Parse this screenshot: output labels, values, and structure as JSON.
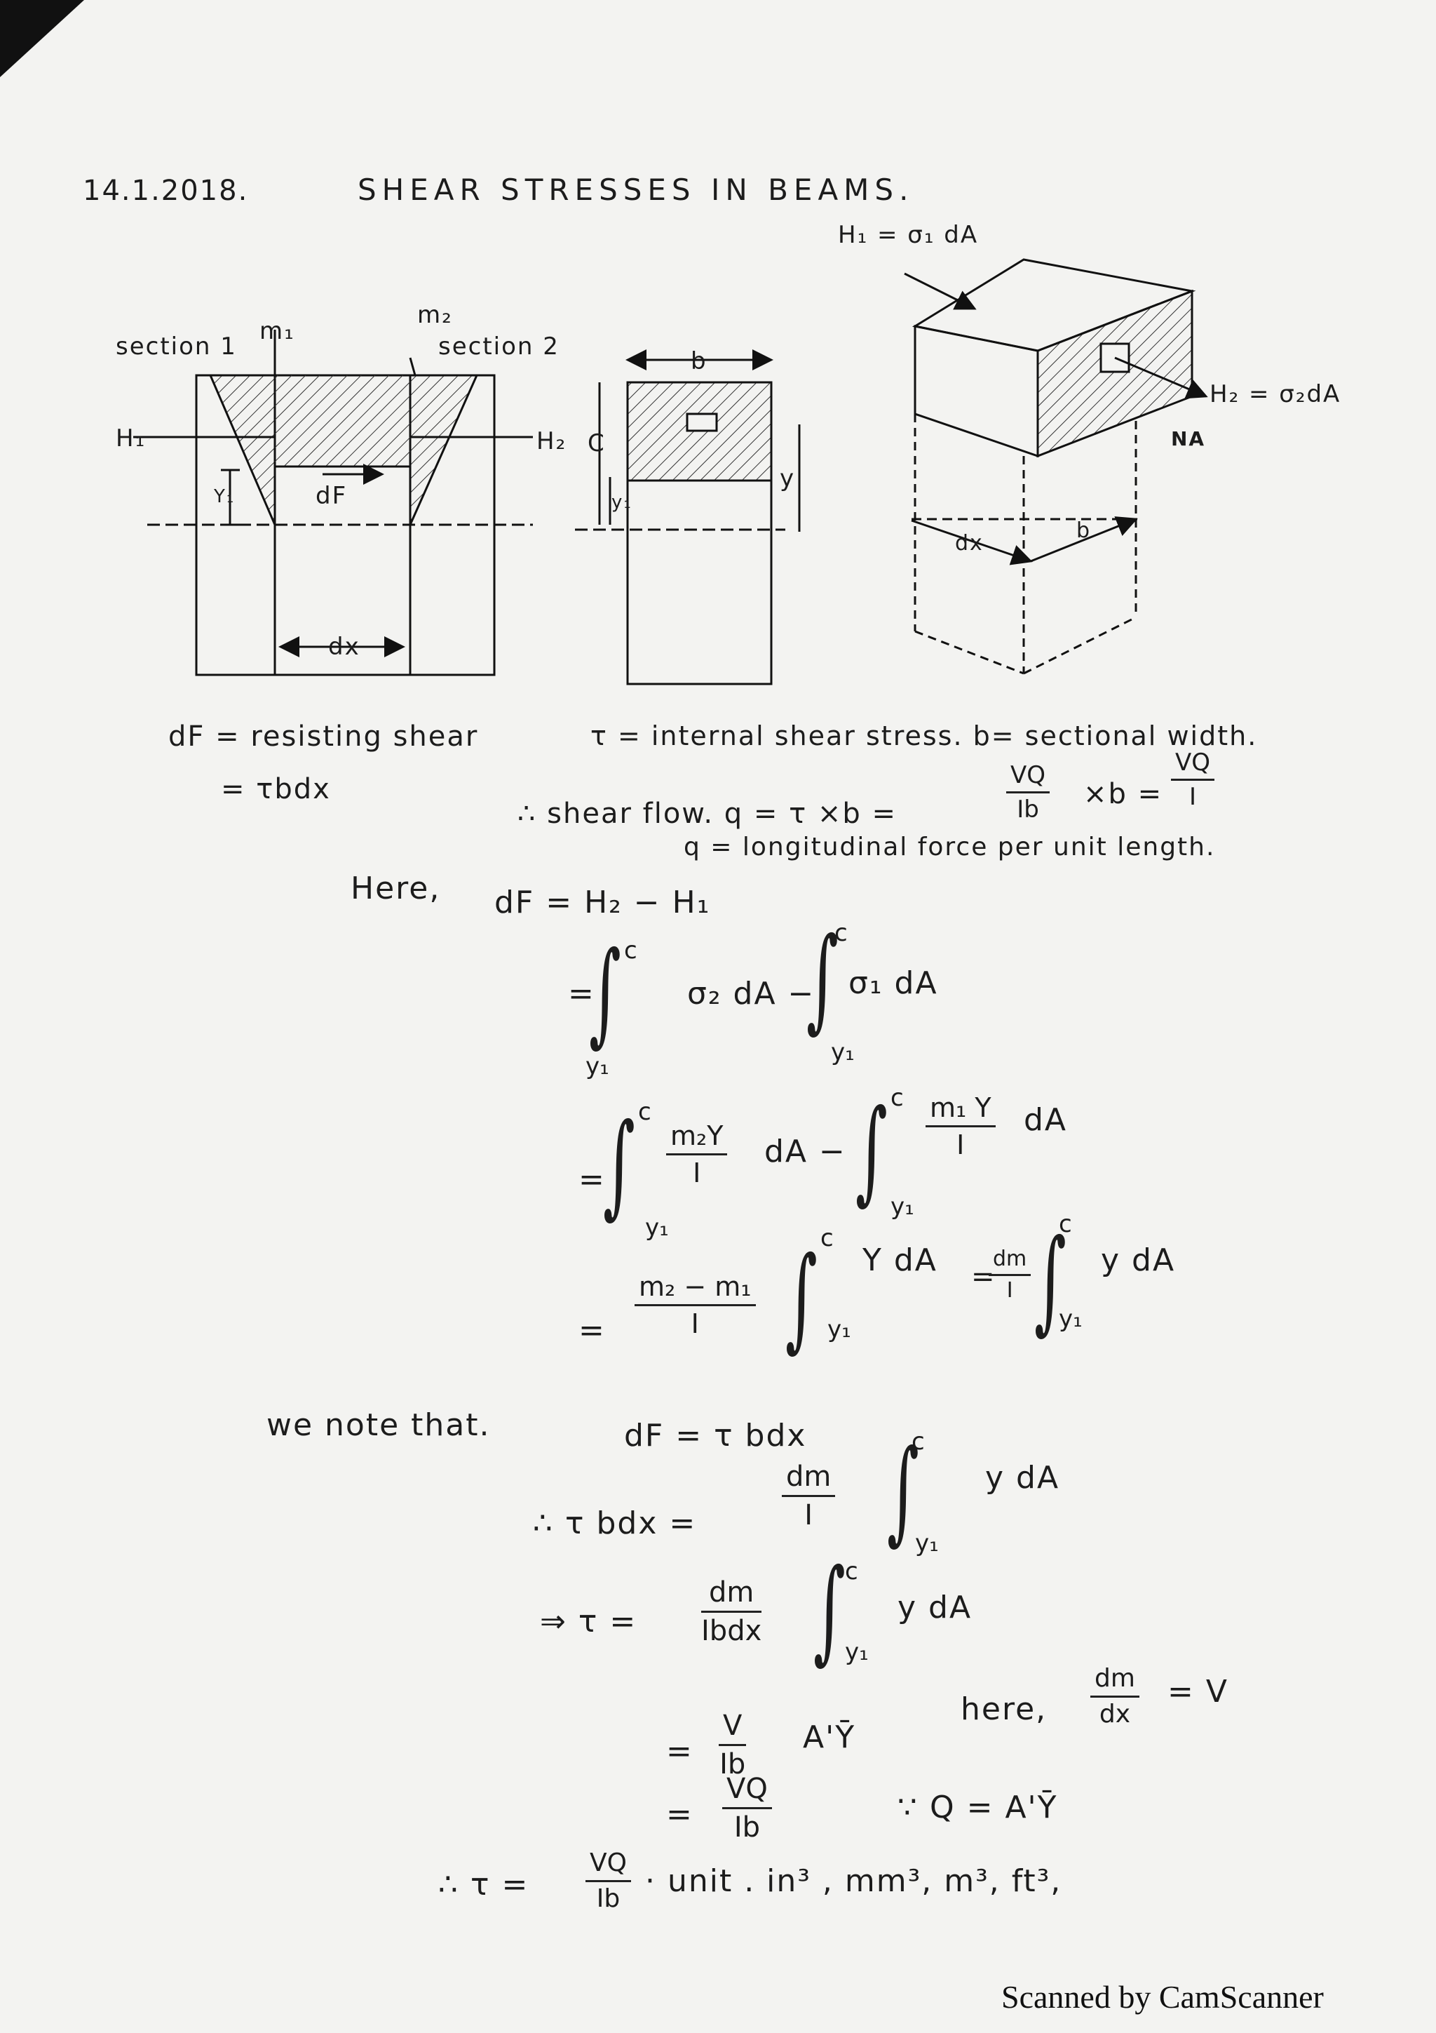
{
  "header": {
    "date": "14.1.2018.",
    "title": "SHEAR   STRESSES   IN   BEAMS."
  },
  "figure": {
    "section1": "section 1",
    "section2": "section 2",
    "m1": "m₁",
    "m2": "m₂",
    "H1_left": "H₁",
    "H2_right": "H₂",
    "dF": "dF",
    "y1": "Y₁",
    "dx": "dx",
    "b": "b",
    "c": "C",
    "y": "y",
    "y1_mid": "y₁",
    "H1_3d": "H₁ = σ₁ dA",
    "H2_3d": "H₂ = σ₂dA",
    "NA": "NA",
    "dx_3d": "dx",
    "b_3d": "b"
  },
  "notes": {
    "dF_def": "dF = resisting shear",
    "dF_eq": "= τbdx",
    "tau_def": "τ = internal  shear  stress.  b= sectional width.",
    "flow_lead": "∴  shear  flow.  q = τ ×b =",
    "flow_frac1_num": "VQ",
    "flow_frac1_den": "Ib",
    "flow_mid": "×b =",
    "flow_frac2_num": "VQ",
    "flow_frac2_den": "I",
    "q_def": "q = longitudinal  force  per  unit  length.",
    "here": "Here,",
    "dF_line": "dF  =  H₂ − H₁",
    "eq1_a": "σ₂ dA   −",
    "eq1_b": "σ₁ dA",
    "eq2_num_a": "m₂Y",
    "eq2_den_a": "I",
    "eq2_dA_a": "dA −",
    "eq2_num_b": "m₁ Y",
    "eq2_den_b": "I",
    "eq2_dA_b": "dA",
    "eq3_num": "m₂ − m₁",
    "eq3_den": "I",
    "eq3_ydA": "Y dA",
    "eq3_num2": "dm",
    "eq3_den2": "I",
    "eq3_ydA2": "y dA",
    "we_note": "we   note    that.",
    "note_eq": "dF  = τ bdx",
    "tbdx": "∴     τ bdx   =",
    "tbdx_num": "dm",
    "tbdx_den": "I",
    "tbdx_ydA": "y dA",
    "tau_lead": "⇒   τ   =",
    "tau_num": "dm",
    "tau_den": "Ibdx",
    "tau_ydA": "y dA",
    "va_num": "V",
    "va_den": "Ib",
    "va_ay": "A'Ȳ",
    "here2": "here,",
    "here_num": "dm",
    "here_den": "dx",
    "here_v": "= V",
    "vq_num": "VQ",
    "vq_den": "Ib",
    "q_eq": "∵   Q = A'Ȳ",
    "final_lead": "∴   τ =",
    "final_num": "VQ",
    "final_den": "Ib",
    "units": "·   unit . in³ ,  mm³,  m³,  ft³,",
    "c": "c",
    "y1": "y₁",
    "eq": "="
  },
  "footer": {
    "scanner": "Scanned by CamScanner"
  }
}
